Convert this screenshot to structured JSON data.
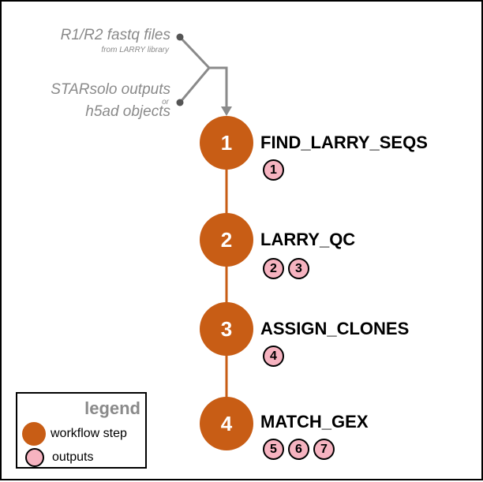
{
  "colors": {
    "step": "#c85d15",
    "output": "#f6b3c0",
    "input_text": "#8a8a8a",
    "connector": "#8a8a8a",
    "legend_title": "#8a8a8a"
  },
  "inputs": {
    "a_main": "R1/R2 fastq files",
    "a_sub": "from LARRY library",
    "or": "or",
    "b_line1": "STARsolo outputs",
    "b_line2": "h5ad objects"
  },
  "steps": [
    {
      "number": "1",
      "name": "FIND_LARRY_SEQS",
      "outputs": [
        "1"
      ]
    },
    {
      "number": "2",
      "name": "LARRY_QC",
      "outputs": [
        "2",
        "3"
      ]
    },
    {
      "number": "3",
      "name": "ASSIGN_CLONES",
      "outputs": [
        "4"
      ]
    },
    {
      "number": "4",
      "name": "MATCH_GEX",
      "outputs": [
        "5",
        "6",
        "7"
      ]
    }
  ],
  "legend": {
    "title": "legend",
    "step_label": "workflow step",
    "output_label": "outputs"
  }
}
